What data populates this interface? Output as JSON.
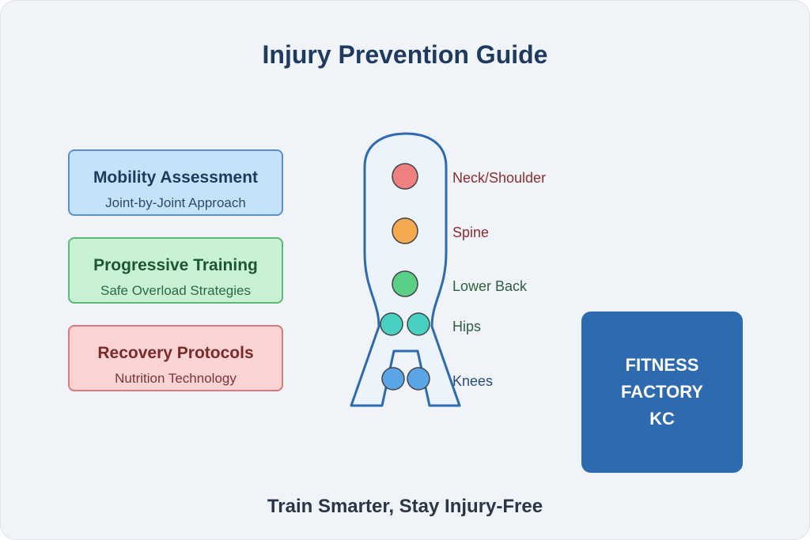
{
  "title": "Injury Prevention Guide",
  "cards": [
    {
      "title": "Mobility Assessment",
      "subtitle": "Joint-by-Joint Approach"
    },
    {
      "title": "Progressive Training",
      "subtitle": "Safe Overload Strategies"
    },
    {
      "title": "Recovery Protocols",
      "subtitle": "Nutrition Technology"
    }
  ],
  "joints": {
    "neck_shoulder": "Neck/Shoulder",
    "spine": "Spine",
    "lower_back": "Lower Back",
    "hips": "Hips",
    "knees": "Knees"
  },
  "joint_colors": {
    "neck_shoulder": "#f08080",
    "spine": "#f5a94e",
    "lower_back": "#5ccf86",
    "hips": "#48d1c0",
    "knees": "#5aa5e6"
  },
  "brand": {
    "line1": "FITNESS",
    "line2": "FACTORY",
    "line3": "KC",
    "color": "#2e6aaf"
  },
  "footer": "Train Smarter, Stay Injury-Free"
}
